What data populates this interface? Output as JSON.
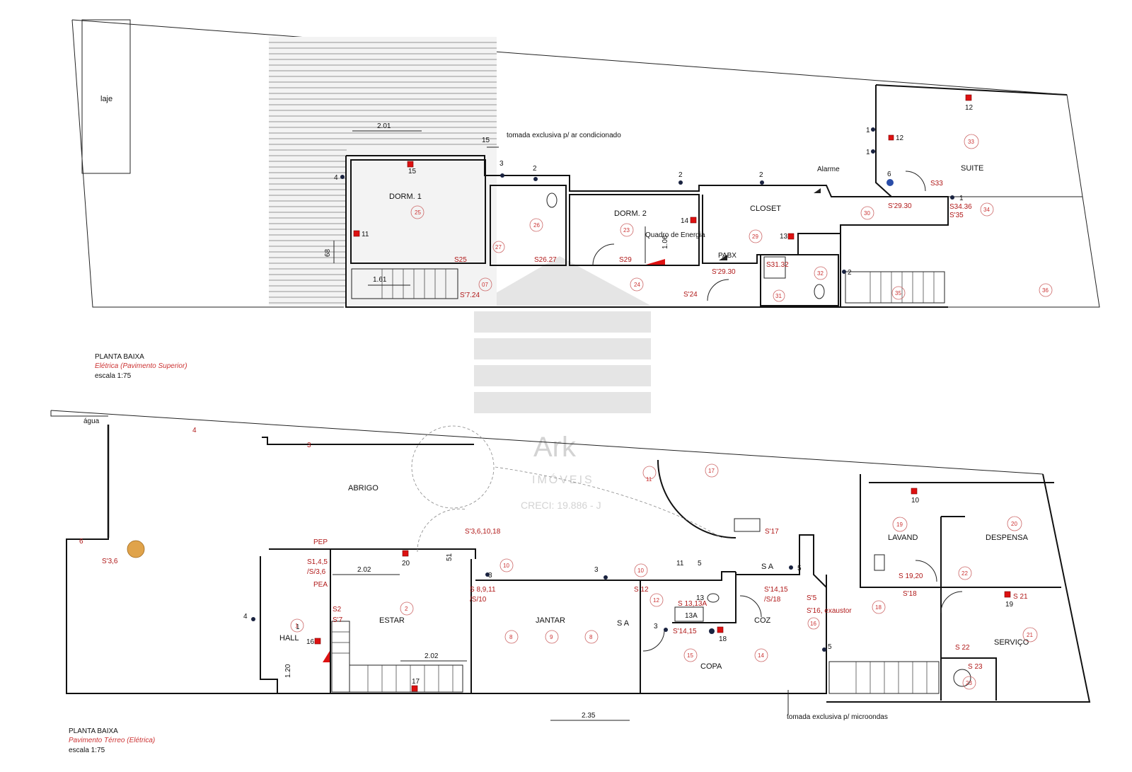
{
  "top_plan": {
    "caption_title": "PLANTA BAIXA",
    "caption_subtitle": "Elétrica (Pavimento Superior)",
    "caption_scale": "escala 1:75",
    "rooms": {
      "laje": "laje",
      "dorm1": "DORM. 1",
      "dorm2": "DORM. 2",
      "closet": "CLOSET",
      "suite": "SUITE"
    },
    "notes": {
      "ac_outlet": "tomada exclusiva p/ ar condicionado",
      "alarme": "Alarme",
      "quadro": "Quadro de Energia",
      "pabx": "PABX"
    },
    "dims": {
      "d201": "2.01",
      "d15": "15",
      "d68": "68",
      "d161": "1.61",
      "d106": "1.06"
    },
    "switches": {
      "s25": "S25",
      "s2627": "S26.27",
      "s29": "S29",
      "s724": "S'7.24",
      "s24": "S'24",
      "s2930a": "S'29.30",
      "s2930b": "S'29.30",
      "s3132": "S31.32",
      "s33": "S33",
      "s3436": "S34.36",
      "s35": "S'35"
    },
    "numbers": {
      "n15": "15",
      "n11": "11",
      "n4": "4",
      "n3": "3",
      "n2a": "2",
      "n2b": "2",
      "n2c": "2",
      "n2d": "2",
      "n14": "14",
      "n13": "13",
      "n12a": "12",
      "n12b": "12",
      "n1a": "1",
      "n1b": "1",
      "n1c": "1",
      "n6": "6"
    },
    "circles": {
      "c25": "25",
      "c26": "26",
      "c27": "27",
      "c23": "23",
      "c24": "24",
      "c07": "07",
      "c29": "29",
      "c30": "30",
      "c32": "32",
      "c31": "31",
      "c33": "33",
      "c34": "34",
      "c35": "35",
      "c36": "36"
    }
  },
  "bottom_plan": {
    "caption_title": "PLANTA BAIXA",
    "caption_subtitle": "Pavimento Térreo (Elétrica)",
    "caption_scale": "escala 1:75",
    "rooms": {
      "abrigo": "ABRIGO",
      "estar": "ESTAR",
      "jantar": "JANTAR",
      "hall": "HALL",
      "copa": "COPA",
      "coz": "COZ",
      "lavand": "LAVAND",
      "despensa": "DESPENSA",
      "servico": "SERVIÇO",
      "agua": "água"
    },
    "notes": {
      "microondas": "tomada exclusiva p/ microondas",
      "exaustor": "S'16, exaustor",
      "pep": "PEP",
      "pea": "PEA",
      "sa1": "S A",
      "sa2": "S A"
    },
    "dims": {
      "d202a": "2.02",
      "d202b": "2.02",
      "d51": "51",
      "d120": "1.20",
      "d235": "2.35"
    },
    "switches": {
      "s36a": "S'3,6",
      "s361018": "S'3,6,10,18",
      "s145": "S1,4,5",
      "s36b": "/S/3,6",
      "s2": "S2",
      "s7": "S'7",
      "s8911": "S 8,9,11",
      "s10": "/S/10",
      "s12": "S 12",
      "s1313a": "S 13,13A",
      "s1415a": "S'14,15",
      "s18": "/S/18",
      "s1415b": "S'14,15",
      "s5": "S'5",
      "s1920": "S 19,20",
      "s18b": "S'18",
      "s17": "S'17",
      "s21": "S 21",
      "s22": "S 22",
      "s23": "S 23"
    },
    "numbers": {
      "n20": "20",
      "n17": "17",
      "n16": "16",
      "n4": "4",
      "n11": "11",
      "n5a": "5",
      "n5b": "5",
      "n5c": "5",
      "n3a": "3",
      "n3b": "3",
      "n3c": "3",
      "n18": "18",
      "n10": "10",
      "n19": "19",
      "n13": "13",
      "n13a": "13A",
      "n1": "1",
      "n3top": "3",
      "n4top": "4",
      "n6": "6"
    },
    "circles": {
      "c1": "1",
      "c2": "2",
      "c8a": "8",
      "c9": "9",
      "c8b": "8",
      "c10a": "10",
      "c10b": "10",
      "c12": "12",
      "c15": "15",
      "c14": "14",
      "c16": "16",
      "c18": "18",
      "c19": "19",
      "c20": "20",
      "c21": "21",
      "c22": "22",
      "c23": "23",
      "c17": "17",
      "c11": "11"
    }
  },
  "watermark": {
    "brand": "Ark",
    "sub": "IMÓVEIS",
    "creci": "CRECI: 19.886 - J"
  }
}
